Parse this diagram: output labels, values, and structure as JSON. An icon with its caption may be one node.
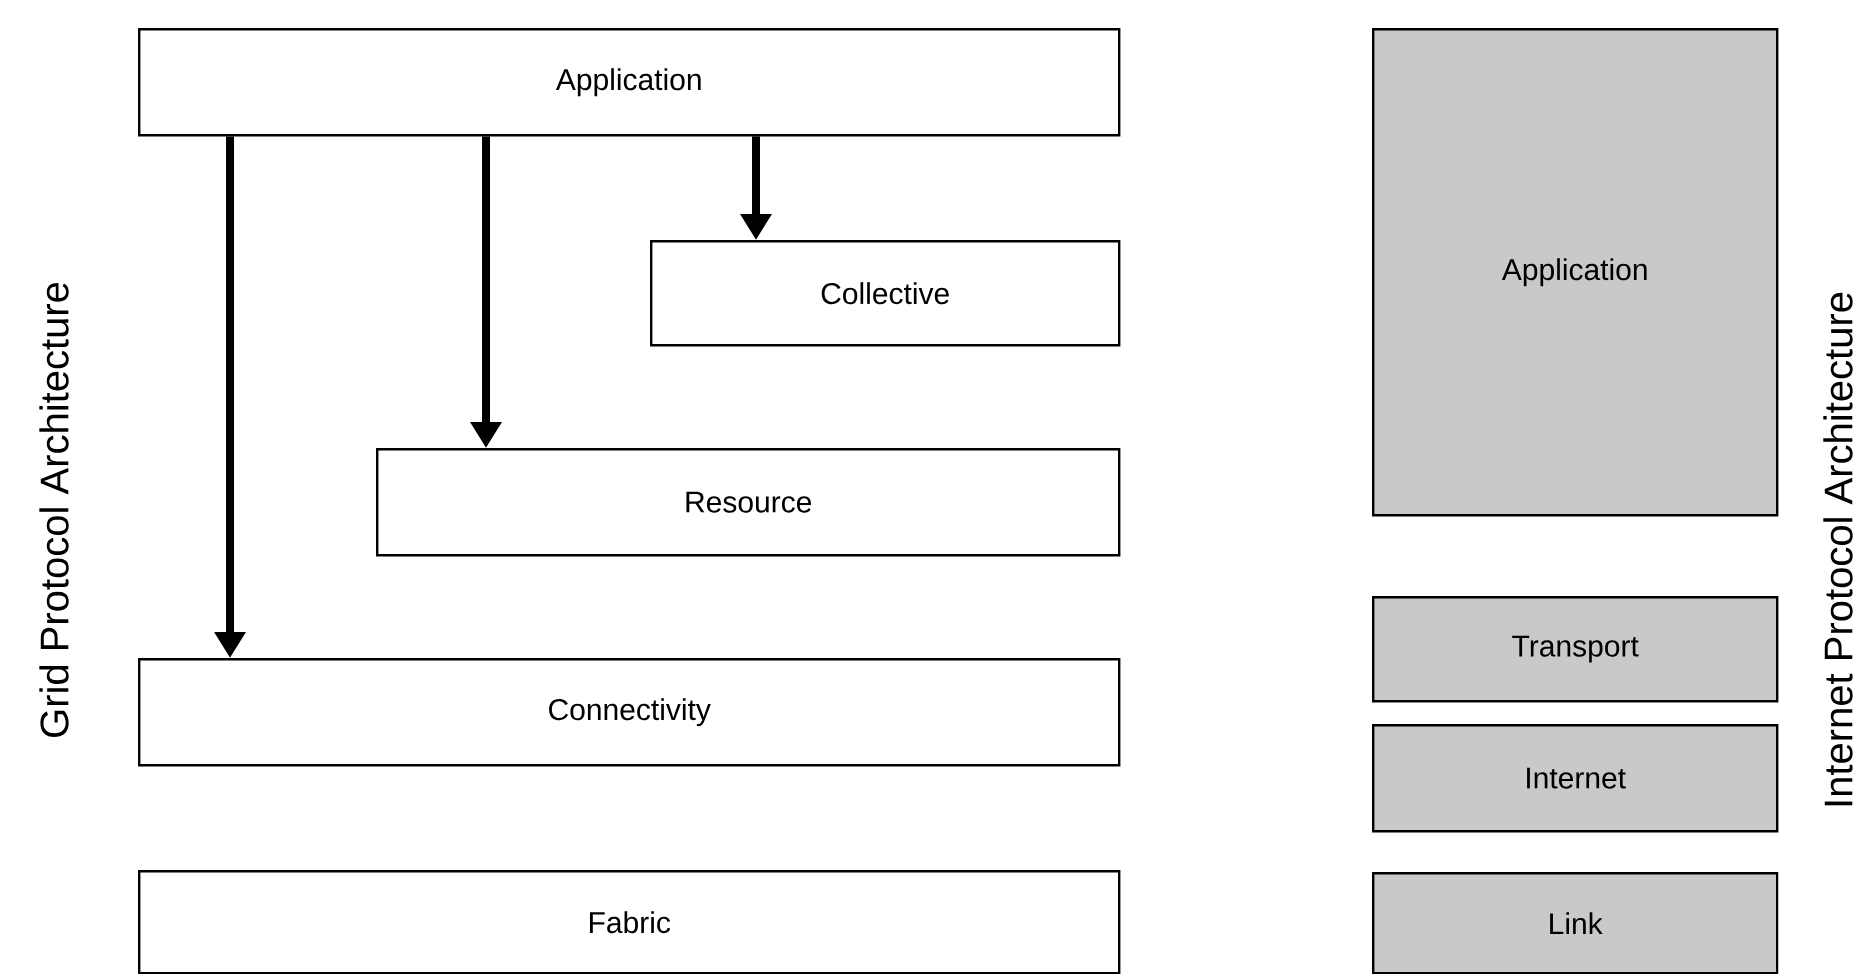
{
  "diagram": {
    "nodes": [
      {
        "text": [
          "Application"
        ]
      },
      {
        "text": [
          "Collective"
        ]
      },
      {
        "text": [
          "Resource"
        ]
      },
      {
        "text": [
          "Connectivity"
        ]
      },
      {
        "text": [
          "Fabric"
        ]
      },
      {
        "text": [
          "Application"
        ]
      },
      {
        "text": [
          "Transport"
        ]
      },
      {
        "text": [
          "Internet"
        ]
      },
      {
        "text": [
          "Link"
        ]
      }
    ],
    "edges": [
      {
        "from": 0,
        "to": 3,
        "arrow": "to"
      },
      {
        "from": 0,
        "to": 2,
        "arrow": "to"
      },
      {
        "from": 0,
        "to": 1,
        "arrow": "to"
      }
    ],
    "labels": [
      "Grid Protocol Architecture",
      "Internet Protocol Architecture"
    ]
  }
}
